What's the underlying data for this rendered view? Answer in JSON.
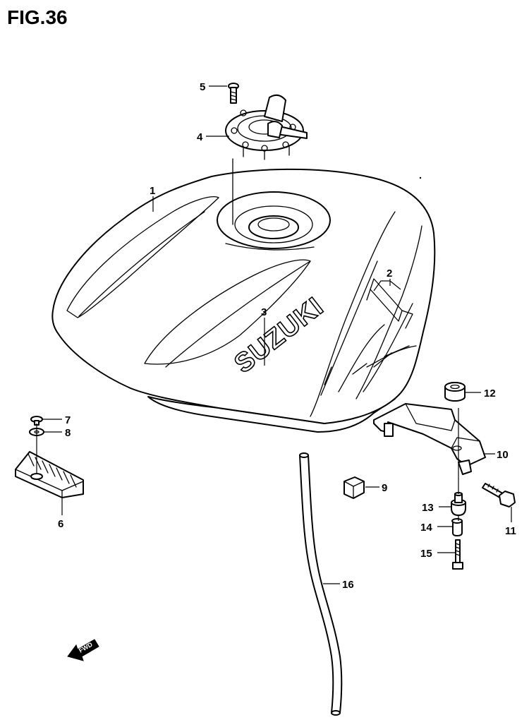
{
  "figure": {
    "title": "FIG.36"
  },
  "tank_logo": "SUZUKI",
  "direction_badge": "FWD",
  "callouts": {
    "p1": "1",
    "p2": "2",
    "p3": "3",
    "p4": "4",
    "p5": "5",
    "p6": "6",
    "p7": "7",
    "p8": "8",
    "p9": "9",
    "p10": "10",
    "p11": "11",
    "p12": "12",
    "p13": "13",
    "p14": "14",
    "p15": "15",
    "p16": "16"
  },
  "colors": {
    "ink": "#000000",
    "paper": "#ffffff"
  }
}
